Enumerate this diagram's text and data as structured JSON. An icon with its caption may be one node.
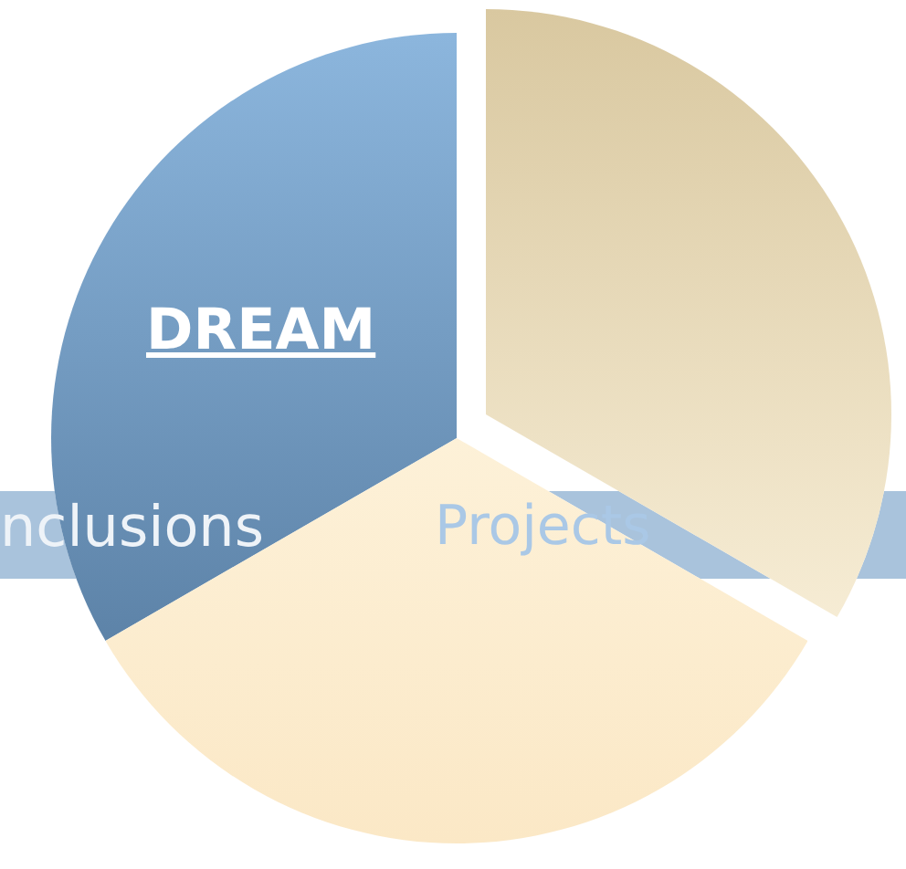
{
  "diagram": {
    "nodes": [
      {
        "text": [
          "DREAM"
        ]
      },
      {
        "text": [],
        "shape": "wedge"
      },
      {
        "text": [
          "nclusions",
          "Projects"
        ]
      },
      {
        "text": [],
        "shape": "wedge"
      }
    ]
  }
}
